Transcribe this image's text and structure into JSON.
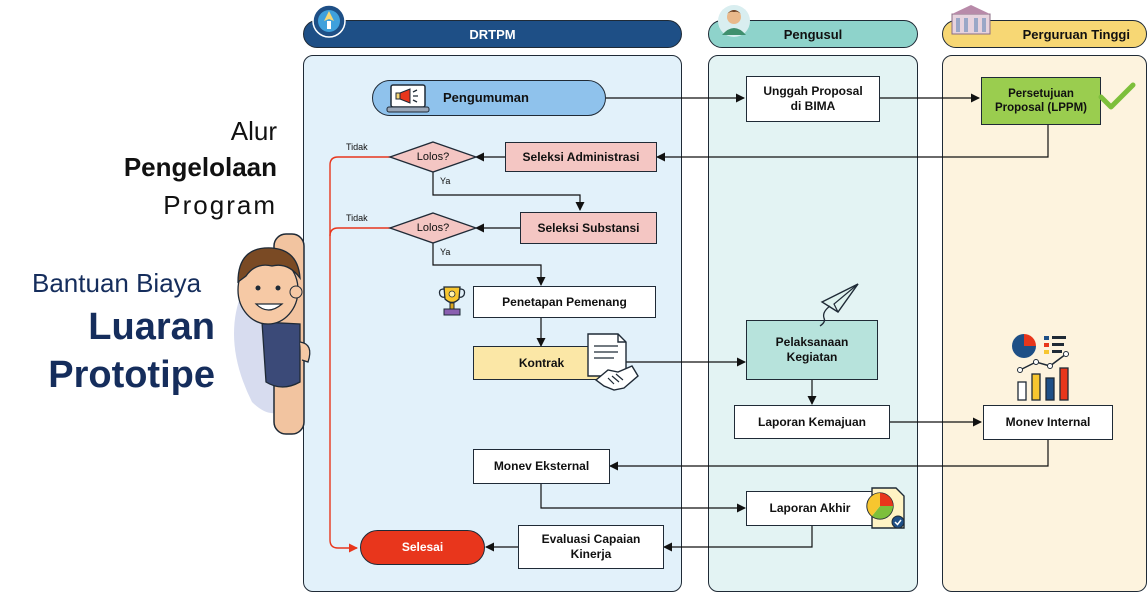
{
  "lanes": {
    "drtpm": "DRTPM",
    "pengusul": "Pengusul",
    "pt": "Perguruan Tinggi"
  },
  "colors": {
    "drtpm_bg": "#e2f1fa",
    "drtpm_head": "#1e4f86",
    "pengusul_bg": "#e3f3f3",
    "pengusul_head": "#8ed3cb",
    "pt_bg": "#fdf3de",
    "pt_head": "#f7d774",
    "selection_box": "#f4c6c3",
    "kontrak_box": "#fbe7a6",
    "kegiatan_box": "#b7e3dc",
    "lppm_box": "#9acd4f",
    "selesai": "#e8361c",
    "reject_line": "#e8361c",
    "title_blue": "#152d5c"
  },
  "title": {
    "line1a": "Alur",
    "line1b": "Pengelolaan",
    "line1c": "Program",
    "line2a": "Bantuan Biaya",
    "line2b": "Luaran",
    "line2c": "Prototipe"
  },
  "nodes": {
    "pengumuman": "Pengumuman",
    "unggah_1": "Unggah Proposal",
    "unggah_2": "di BIMA",
    "persetujuan_1": "Persetujuan",
    "persetujuan_2": "Proposal (LPPM)",
    "seleksi_admin": "Seleksi Administrasi",
    "seleksi_substansi": "Seleksi Substansi",
    "penetapan": "Penetapan Pemenang",
    "kontrak": "Kontrak",
    "pelaksanaan_1": "Pelaksanaan",
    "pelaksanaan_2": "Kegiatan",
    "laporan_kemajuan": "Laporan Kemajuan",
    "monev_internal": "Monev Internal",
    "monev_eksternal": "Monev Eksternal",
    "laporan_akhir": "Laporan Akhir",
    "evaluasi_1": "Evaluasi Capaian",
    "evaluasi_2": "Kinerja",
    "selesai": "Selesai"
  },
  "decisions": {
    "lolos_1": "Lolos?",
    "lolos_2": "Lolos?",
    "tidak_1": "Tidak",
    "tidak_2": "Tidak",
    "ya_1": "Ya",
    "ya_2": "Ya"
  },
  "icons": [
    "tutwuri-logo-icon",
    "user-avatar-icon",
    "campus-building-icon",
    "megaphone-laptop-icon",
    "checkmark-icon",
    "trophy-icon",
    "contract-handshake-icon",
    "paper-plane-icon",
    "chart-report-icon",
    "analytics-chart-icon",
    "person-mascot-illustration"
  ]
}
